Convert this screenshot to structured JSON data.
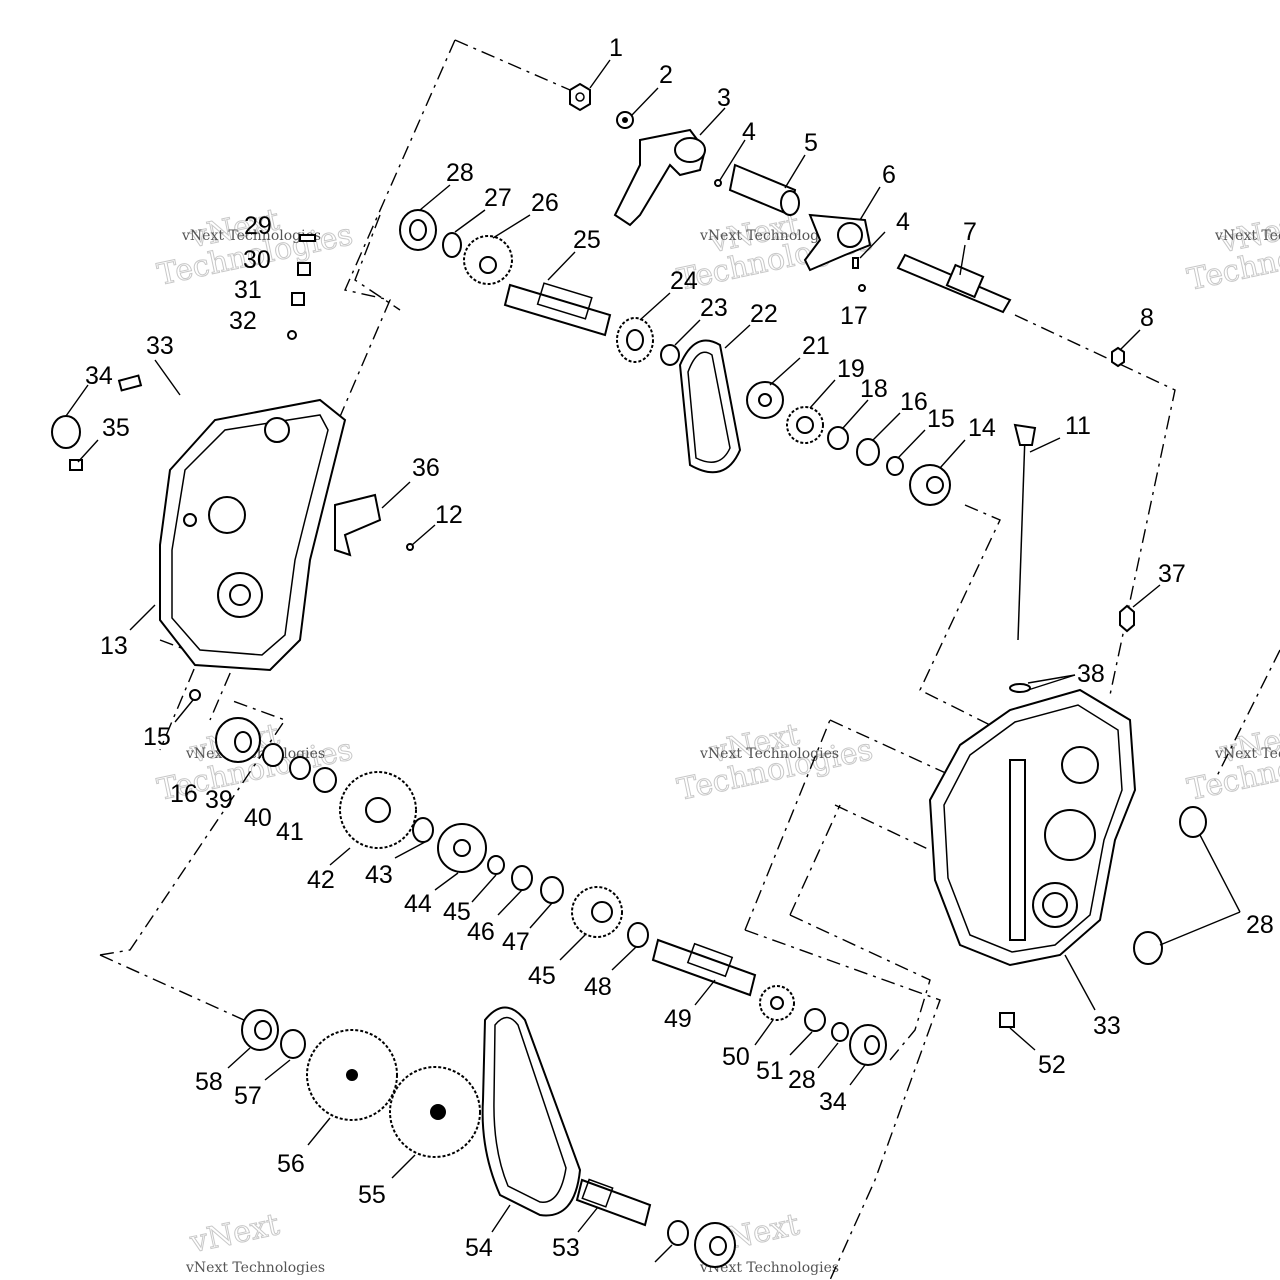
{
  "labels": [
    "1",
    "2",
    "3",
    "4",
    "5",
    "6",
    "4",
    "7",
    "8",
    "28",
    "27",
    "26",
    "25",
    "29",
    "30",
    "31",
    "32",
    "24",
    "23",
    "22",
    "21",
    "19",
    "18",
    "17",
    "16",
    "15",
    "14",
    "11",
    "33",
    "34",
    "35",
    "36",
    "12",
    "37",
    "13",
    "38",
    "15",
    "16",
    "39",
    "40",
    "41",
    "42",
    "43",
    "44",
    "45",
    "46",
    "47",
    "45",
    "48",
    "49",
    "50",
    "51",
    "28",
    "34",
    "52",
    "33",
    "28",
    "58",
    "57",
    "56",
    "55",
    "54",
    "53"
  ],
  "watermark": {
    "line1": "vNext Technologies",
    "line2a": "vNext",
    "line2b": "Technologies"
  }
}
